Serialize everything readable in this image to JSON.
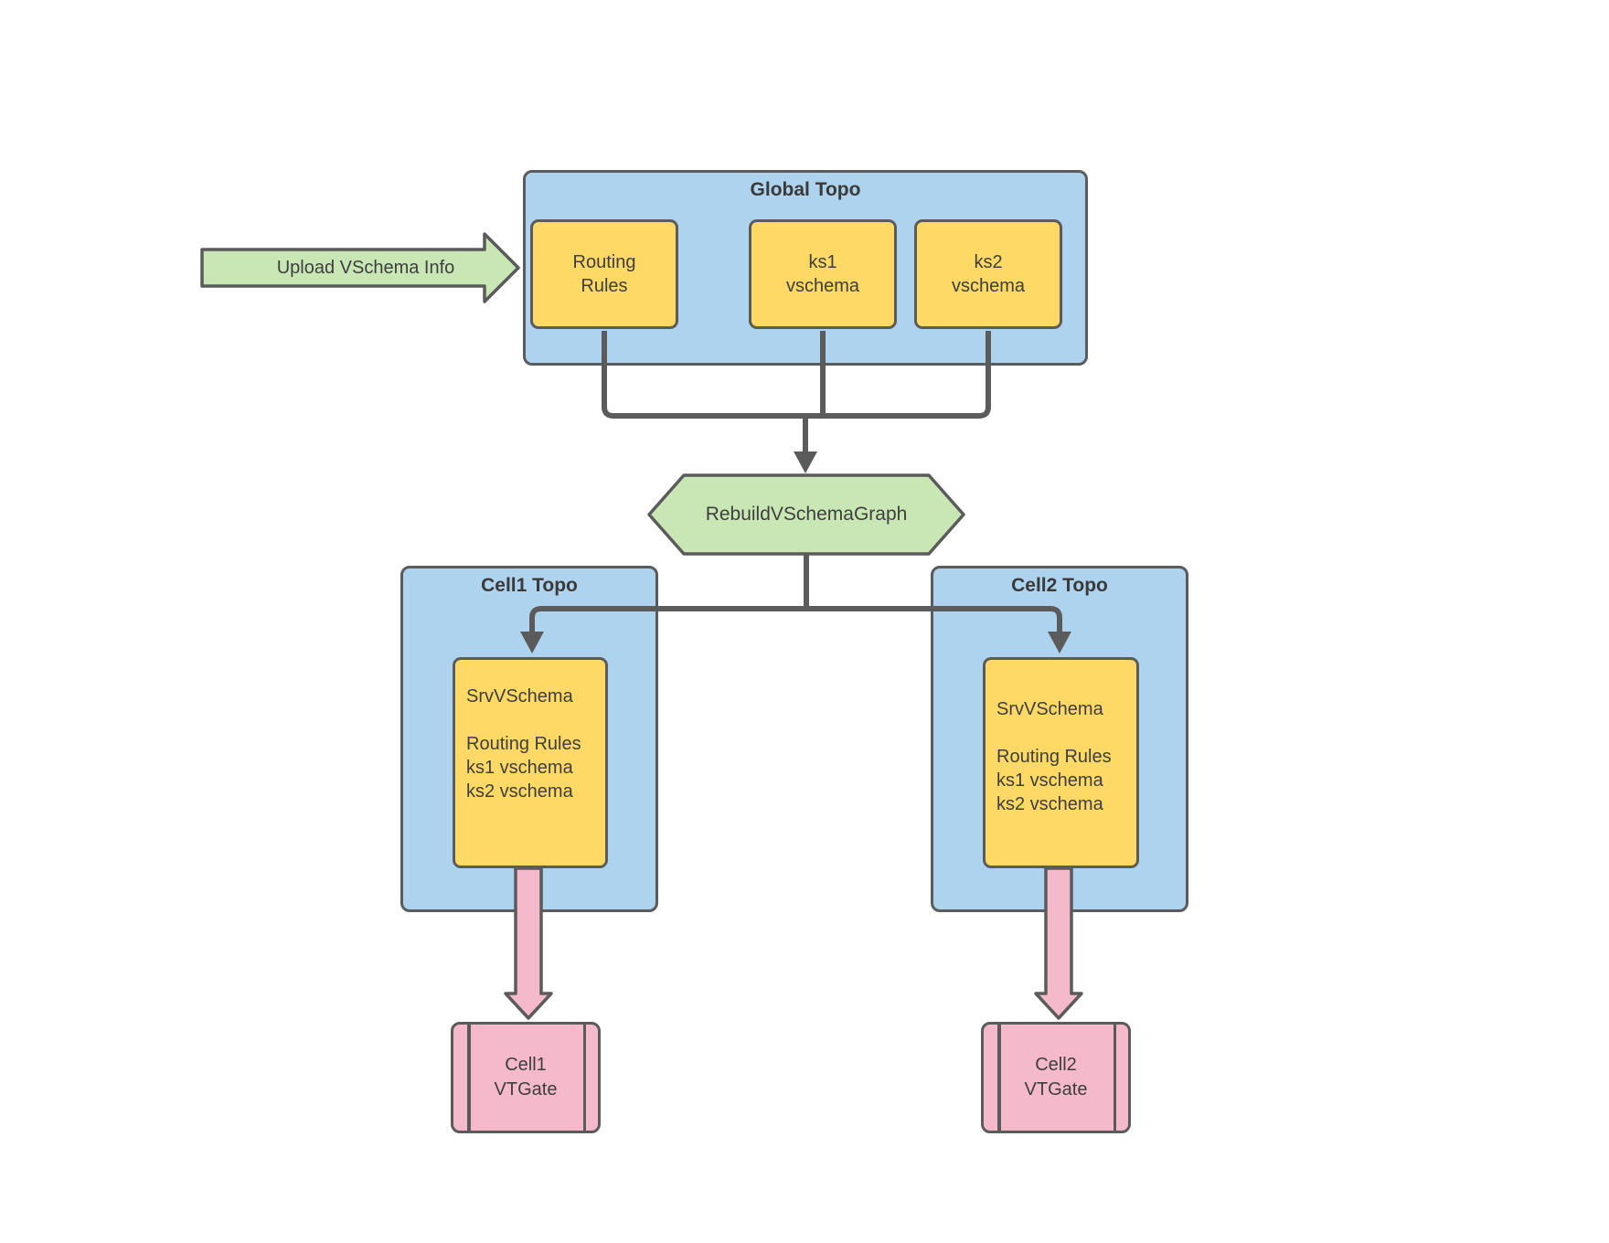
{
  "diagram": {
    "upload_arrow": {
      "label": "Upload VSchema Info"
    },
    "global_topo": {
      "title": "Global Topo",
      "nodes": [
        {
          "label": "Routing\nRules"
        },
        {
          "label": "ks1\nvschema"
        },
        {
          "label": "ks2\nvschema"
        }
      ]
    },
    "rebuild_step": {
      "label": "RebuildVSchemaGraph"
    },
    "cells": [
      {
        "title": "Cell1 Topo",
        "srv_vschema": "SrvVSchema\n\nRouting Rules\nks1 vschema\nks2 vschema",
        "vtgate": "Cell1\nVTGate"
      },
      {
        "title": "Cell2 Topo",
        "srv_vschema": "SrvVSchema\n\nRouting Rules\nks1 vschema\nks2 vschema",
        "vtgate": "Cell2\nVTGate"
      }
    ],
    "colors": {
      "background": "#ffffff",
      "container_blue": "#add3ee",
      "node_yellow": "#ffd966",
      "accent_green": "#c9e7b5",
      "accent_pink": "#f4b9cb",
      "line_gray": "#5b5b5b",
      "text_gray": "#3e3e3e"
    }
  }
}
